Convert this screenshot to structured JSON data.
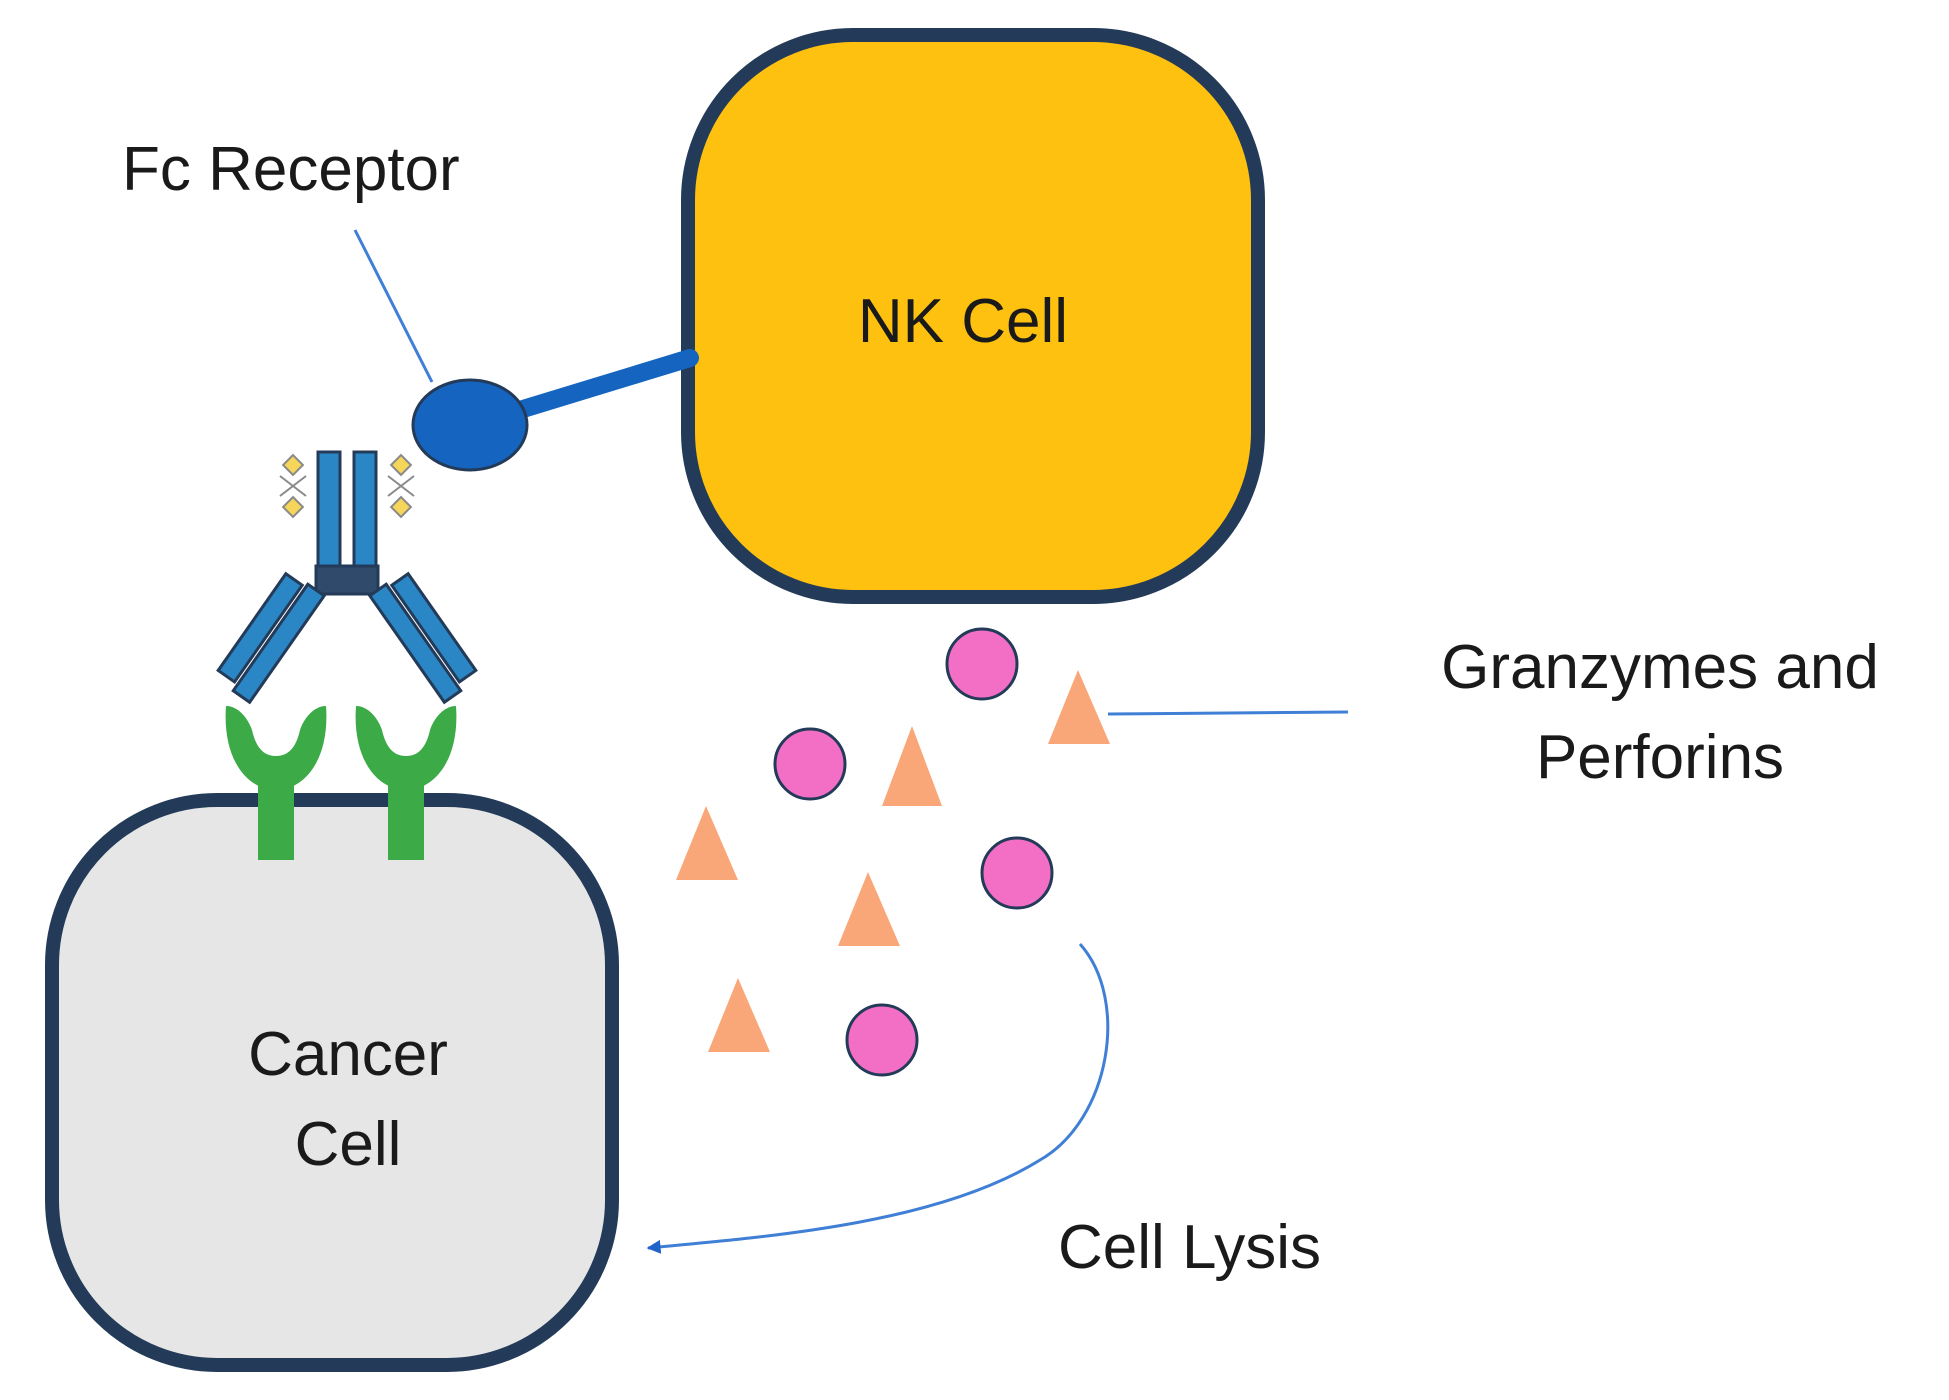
{
  "labels": {
    "fc_receptor": "Fc Receptor",
    "nk_cell": "NK Cell",
    "cancer_line1": "Cancer",
    "cancer_line2": "Cell",
    "granzymes_line1": "Granzymes and",
    "granzymes_line2": "Perforins",
    "cell_lysis": "Cell Lysis"
  },
  "colors": {
    "nk_cell_fill": "#FEC110",
    "cancer_cell_fill": "#E6E6E6",
    "cell_outline": "#233B58",
    "receptor_blue": "#1565C0",
    "antibody_blue": "#2B86C5",
    "antigen_green": "#3BAA47",
    "granzyme_pink": "#F36FC6",
    "perforin_orange": "#F9A779",
    "glycan_yellow": "#F5D65A",
    "connector_line": "#3F7FD6"
  },
  "icons": [
    "fc-receptor-icon",
    "antibody-icon",
    "antigen-icon",
    "granzyme-icon",
    "perforin-icon"
  ]
}
